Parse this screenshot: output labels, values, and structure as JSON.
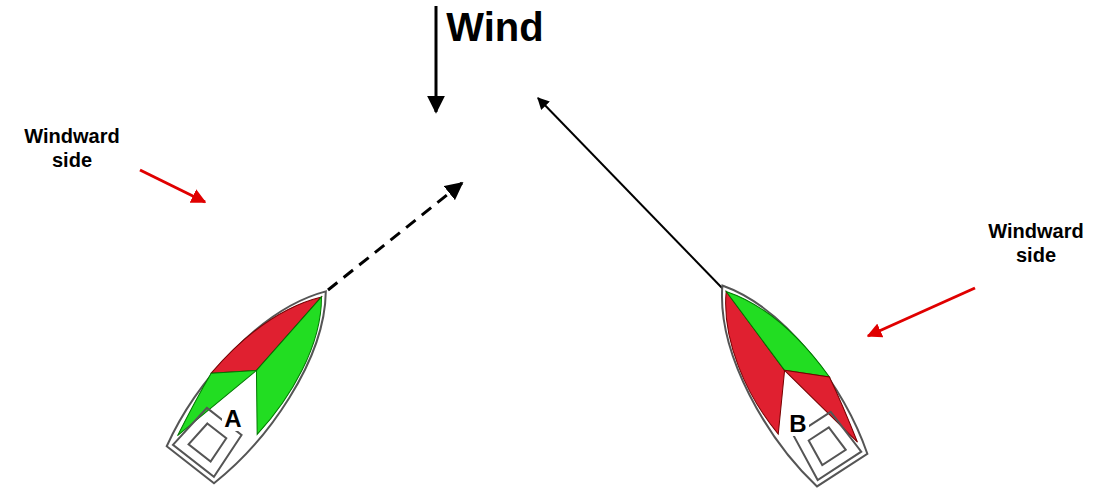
{
  "diagram": {
    "labels": [
      "Wind",
      "Windward side",
      "Windward side",
      "A",
      "B"
    ]
  }
}
